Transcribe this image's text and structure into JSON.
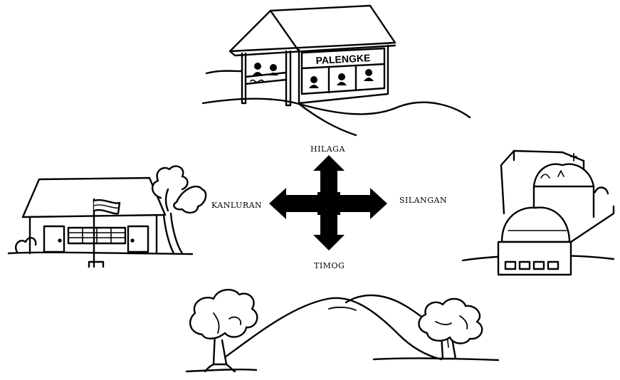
{
  "compass": {
    "north": "HILAGA",
    "south": "TIMOG",
    "east": "SILANGAN",
    "west": "KANLURAN"
  },
  "market": {
    "sign": "PALENGKE"
  }
}
